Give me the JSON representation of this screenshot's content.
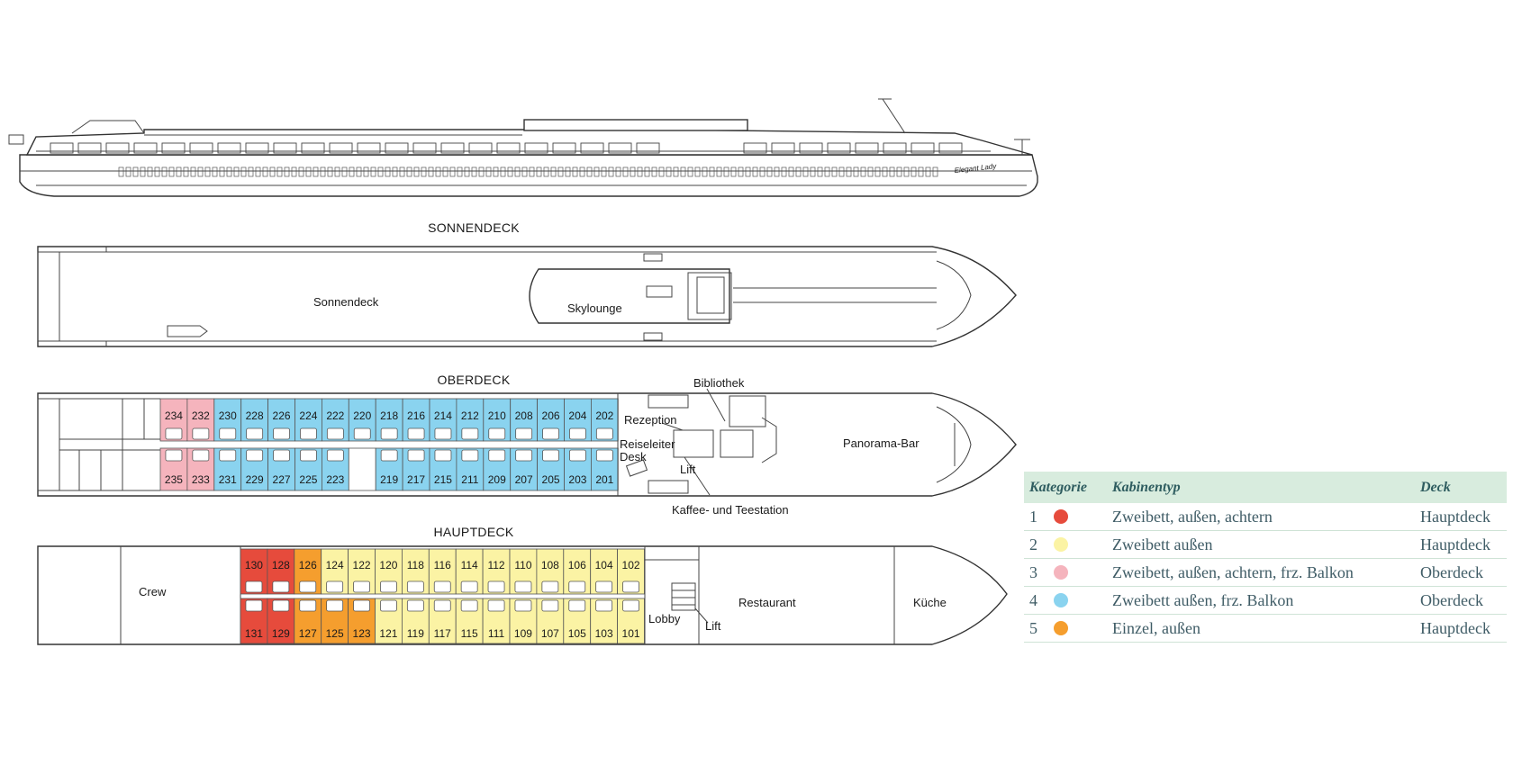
{
  "colors": {
    "cat1": "#e64b3c",
    "cat2": "#fbf3a4",
    "cat3": "#f5b4bd",
    "cat4": "#8ad3ef",
    "cat5": "#f59e2e"
  },
  "ship": {
    "name": "Elegant Lady"
  },
  "decks": {
    "sonnendeck": {
      "title": "SONNENDECK",
      "areas": {
        "sonnendeck": "Sonnendeck",
        "skylounge": "Skylounge"
      }
    },
    "oberdeck": {
      "title": "OBERDECK",
      "labels": {
        "bibliothek": "Bibliothek",
        "rezeption": "Rezeption",
        "reiseleiter": "Reiseleiter",
        "desk": "Desk",
        "lift": "Lift",
        "panorama": "Panorama-Bar",
        "kaffee": "Kaffee- und Teestation"
      },
      "top_cabins": [
        {
          "n": "234",
          "cat": 3
        },
        {
          "n": "232",
          "cat": 3
        },
        {
          "n": "230",
          "cat": 4
        },
        {
          "n": "228",
          "cat": 4
        },
        {
          "n": "226",
          "cat": 4
        },
        {
          "n": "224",
          "cat": 4
        },
        {
          "n": "222",
          "cat": 4
        },
        {
          "n": "220",
          "cat": 4
        },
        {
          "n": "218",
          "cat": 4
        },
        {
          "n": "216",
          "cat": 4
        },
        {
          "n": "214",
          "cat": 4
        },
        {
          "n": "212",
          "cat": 4
        },
        {
          "n": "210",
          "cat": 4
        },
        {
          "n": "208",
          "cat": 4
        },
        {
          "n": "206",
          "cat": 4
        },
        {
          "n": "204",
          "cat": 4
        },
        {
          "n": "202",
          "cat": 4
        }
      ],
      "bottom_cabins": [
        {
          "n": "235",
          "cat": 3
        },
        {
          "n": "233",
          "cat": 3
        },
        {
          "n": "231",
          "cat": 4
        },
        {
          "n": "229",
          "cat": 4
        },
        {
          "n": "227",
          "cat": 4
        },
        {
          "n": "225",
          "cat": 4
        },
        {
          "n": "223",
          "cat": 4
        },
        {
          "n": "",
          "cat": 0
        },
        {
          "n": "219",
          "cat": 4
        },
        {
          "n": "217",
          "cat": 4
        },
        {
          "n": "215",
          "cat": 4
        },
        {
          "n": "211",
          "cat": 4
        },
        {
          "n": "209",
          "cat": 4
        },
        {
          "n": "207",
          "cat": 4
        },
        {
          "n": "205",
          "cat": 4
        },
        {
          "n": "203",
          "cat": 4
        },
        {
          "n": "201",
          "cat": 4
        }
      ]
    },
    "hauptdeck": {
      "title": "HAUPTDECK",
      "labels": {
        "crew": "Crew",
        "lobby": "Lobby",
        "lift": "Lift",
        "restaurant": "Restaurant",
        "kueche": "Küche"
      },
      "top_cabins": [
        {
          "n": "130",
          "cat": 1
        },
        {
          "n": "128",
          "cat": 1
        },
        {
          "n": "126",
          "cat": 5
        },
        {
          "n": "124",
          "cat": 2
        },
        {
          "n": "122",
          "cat": 2
        },
        {
          "n": "120",
          "cat": 2
        },
        {
          "n": "118",
          "cat": 2
        },
        {
          "n": "116",
          "cat": 2
        },
        {
          "n": "114",
          "cat": 2
        },
        {
          "n": "112",
          "cat": 2
        },
        {
          "n": "110",
          "cat": 2
        },
        {
          "n": "108",
          "cat": 2
        },
        {
          "n": "106",
          "cat": 2
        },
        {
          "n": "104",
          "cat": 2
        },
        {
          "n": "102",
          "cat": 2
        }
      ],
      "bottom_cabins": [
        {
          "n": "131",
          "cat": 1
        },
        {
          "n": "129",
          "cat": 1
        },
        {
          "n": "127",
          "cat": 5
        },
        {
          "n": "125",
          "cat": 5
        },
        {
          "n": "123",
          "cat": 5
        },
        {
          "n": "121",
          "cat": 2
        },
        {
          "n": "119",
          "cat": 2
        },
        {
          "n": "117",
          "cat": 2
        },
        {
          "n": "115",
          "cat": 2
        },
        {
          "n": "111",
          "cat": 2
        },
        {
          "n": "109",
          "cat": 2
        },
        {
          "n": "107",
          "cat": 2
        },
        {
          "n": "105",
          "cat": 2
        },
        {
          "n": "103",
          "cat": 2
        },
        {
          "n": "101",
          "cat": 2
        }
      ]
    }
  },
  "legend": {
    "headers": {
      "kategorie": "Kategorie",
      "kabinentyp": "Kabinentyp",
      "deck": "Deck"
    },
    "rows": [
      {
        "cat": "1",
        "type": "Zweibett, außen, achtern",
        "deck": "Hauptdeck"
      },
      {
        "cat": "2",
        "type": "Zweibett außen",
        "deck": "Hauptdeck"
      },
      {
        "cat": "3",
        "type": "Zweibett, außen, achtern, frz. Balkon",
        "deck": "Oberdeck"
      },
      {
        "cat": "4",
        "type": "Zweibett außen, frz. Balkon",
        "deck": "Oberdeck"
      },
      {
        "cat": "5",
        "type": "Einzel, außen",
        "deck": "Hauptdeck"
      }
    ]
  }
}
